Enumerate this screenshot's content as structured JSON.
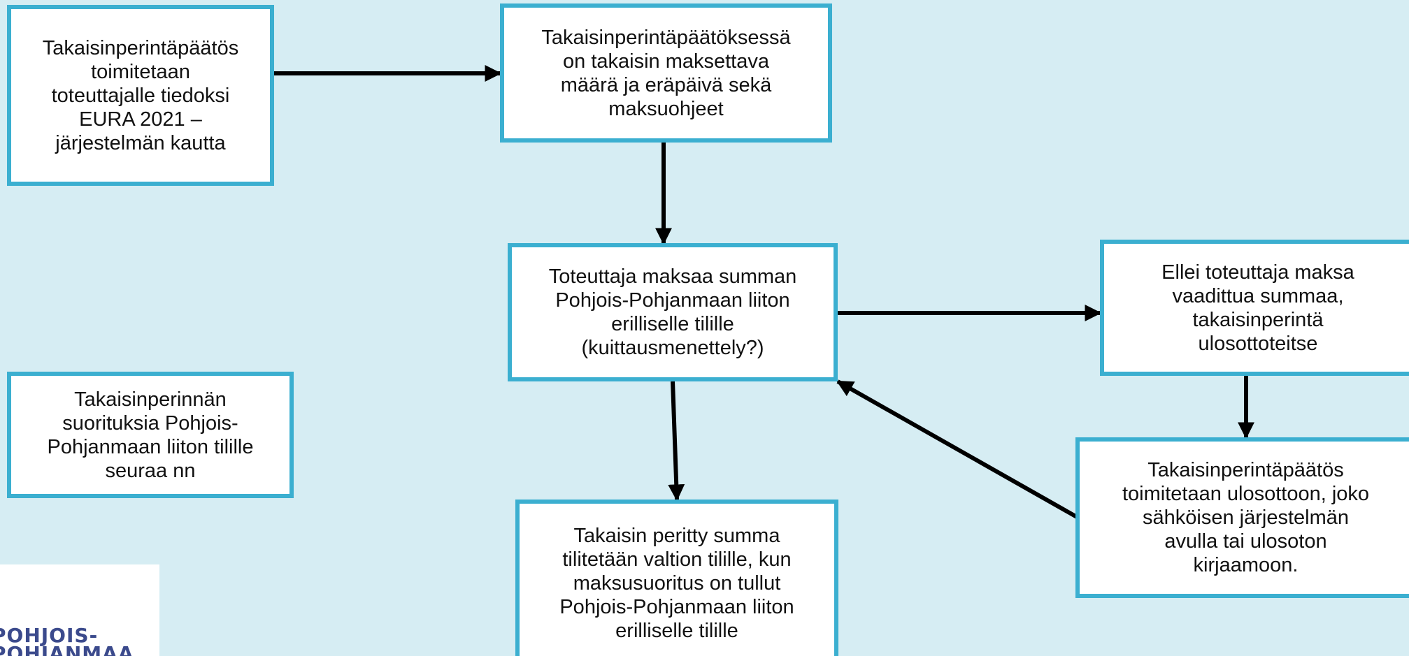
{
  "colors": {
    "background": "#d6edf3",
    "box_border": "#3bafd0",
    "box_fill": "#ffffff",
    "arrow": "#000000",
    "logo_text": "#3b4a8c"
  },
  "boxes": {
    "b1": {
      "text": "Takaisinperintäpäätös\ntoimitetaan\ntoteuttajalle tiedoksi\nEURA 2021 –\njärjestelmän kautta"
    },
    "b2": {
      "text": "Takaisinperintäpäätöksessä\non takaisin maksettava\nmäärä  ja eräpäivä sekä\nmaksuohjeet"
    },
    "b3": {
      "text": "Toteuttaja maksaa summan\nPohjois-Pohjanmaan liiton\nerilliselle tilille\n(kuittausmenettely?)"
    },
    "b4": {
      "text": "Ellei toteuttaja maksa\nvaadittua summaa,\ntakaisinperintä\nulosottoteitse"
    },
    "b5": {
      "text": "Takaisinperinnän\nsuorituksia Pohjois-\nPohjanmaan liiton tilille\nseuraa nn"
    },
    "b6": {
      "text": "Takaisinperintäpäätös\ntoimitetaan ulosottoon, joko\nsähköisen järjestelmän\navulla tai ulosoton\nkirjaamoon."
    },
    "b7": {
      "text": "Takaisin peritty summa\ntilitetään valtion tilille, kun\nmaksusuoritus on tullut\nPohjois-Pohjanmaan liiton\nerilliselle tilille"
    }
  },
  "logo": {
    "line1": "POHJOIS-",
    "line2": "POHJANMAA"
  }
}
